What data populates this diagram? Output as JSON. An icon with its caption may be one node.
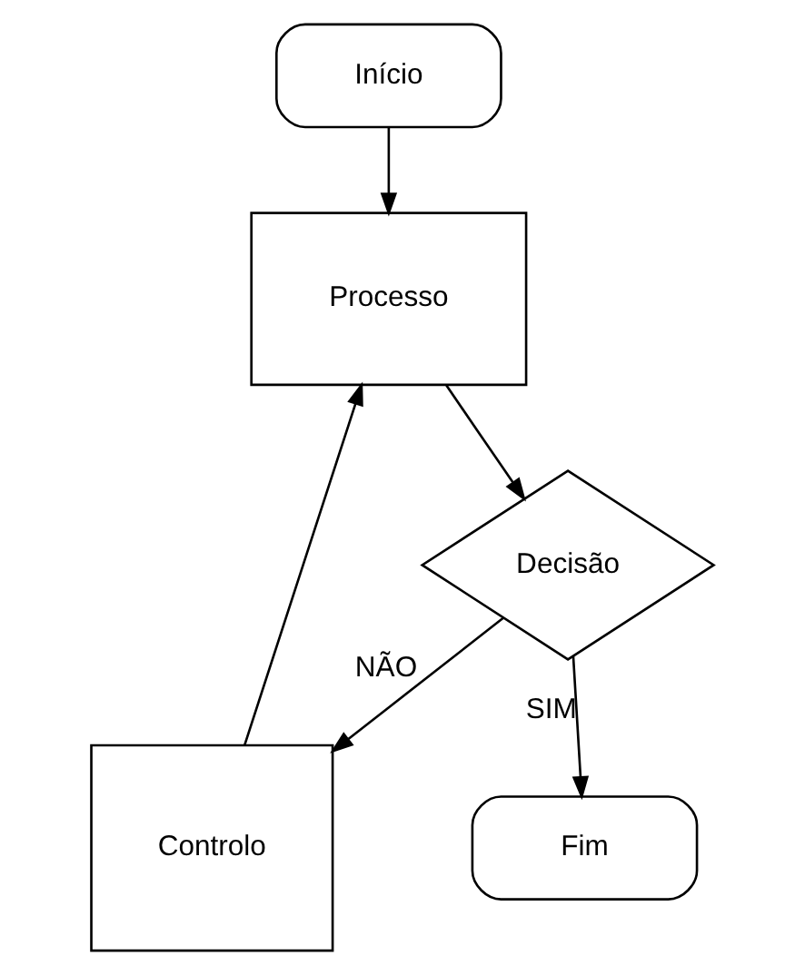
{
  "diagram": {
    "nodes": [
      {
        "text": [
          "Início"
        ]
      },
      {
        "text": [
          "Processo"
        ]
      },
      {
        "text": [
          "Controlo"
        ]
      },
      {
        "text": [
          "Decisão"
        ]
      },
      {
        "text": [
          "Fim"
        ]
      }
    ],
    "edges": [
      {
        "from": 0,
        "to": 1,
        "arrow": "to"
      },
      {
        "from": 1,
        "to": 3,
        "arrow": "to"
      },
      {
        "from": 3,
        "to": 2,
        "arrow": "to",
        "label": "NÃO"
      },
      {
        "from": 2,
        "to": 1,
        "arrow": "to"
      },
      {
        "from": 3,
        "to": 4,
        "arrow": "to",
        "label": "SIM"
      }
    ]
  }
}
